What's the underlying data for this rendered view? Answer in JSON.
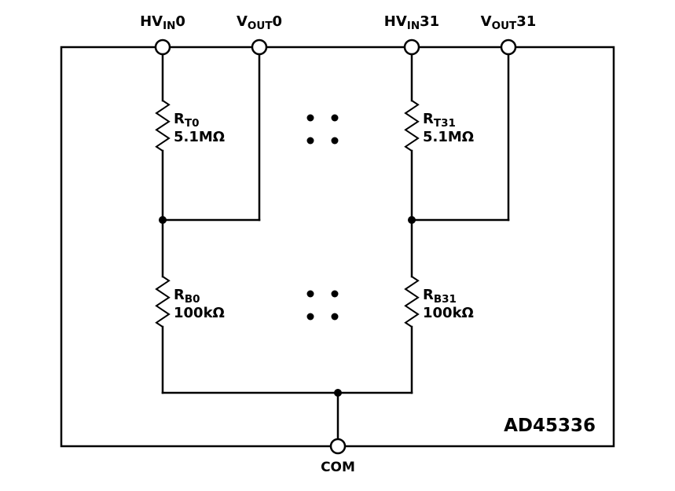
{
  "diagram": {
    "chip_label": "AD45336",
    "terminals": {
      "hvin0": {
        "main": "HV",
        "sub": "IN",
        "suffix": "0"
      },
      "vout0": {
        "main": "V",
        "sub": "OUT",
        "suffix": "0"
      },
      "hvin31": {
        "main": "HV",
        "sub": "IN",
        "suffix": "31"
      },
      "vout31": {
        "main": "V",
        "sub": "OUT",
        "suffix": "31"
      },
      "com": "COM"
    },
    "resistors": {
      "rt0": {
        "ref": "R",
        "sub": "T0",
        "value": "5.1MΩ"
      },
      "rb0": {
        "ref": "R",
        "sub": "B0",
        "value": "100kΩ"
      },
      "rt31": {
        "ref": "R",
        "sub": "T31",
        "value": "5.1MΩ"
      },
      "rb31": {
        "ref": "R",
        "sub": "B31",
        "value": "100kΩ"
      }
    },
    "colors": {
      "line": "#000000",
      "background": "#ffffff"
    }
  }
}
